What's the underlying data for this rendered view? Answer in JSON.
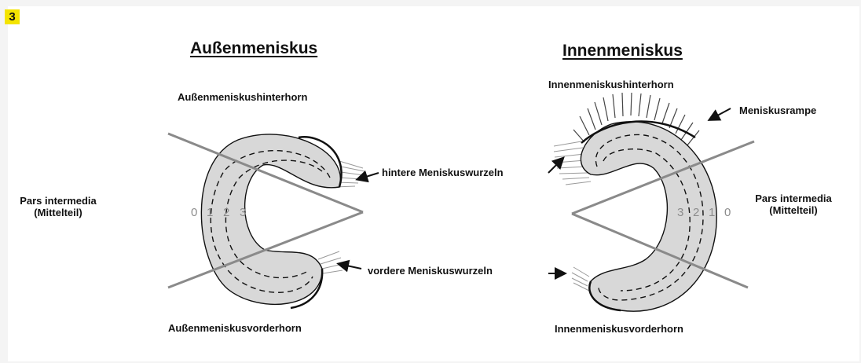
{
  "figure": {
    "number": "3",
    "left": {
      "title": "Außenmeniskus",
      "posterior_horn": "Außenmeniskushinterhorn",
      "anterior_horn": "Außenmeniskusvorderhorn",
      "pars_line1": "Pars intermedia",
      "pars_line2": "(Mittelteil)",
      "zones": [
        "0",
        "1",
        "2",
        "3"
      ]
    },
    "right": {
      "title": "Innenmeniskus",
      "posterior_horn": "Innenmeniskushinterhorn",
      "anterior_horn": "Innenmeniskusvorderhorn",
      "ramp": "Meniskusrampe",
      "pars_line1": "Pars intermedia",
      "pars_line2": "(Mittelteil)",
      "zones": [
        "3",
        "2",
        "1",
        "0"
      ]
    },
    "center": {
      "posterior_roots": "hintere Meniskuswurzeln",
      "anterior_roots": "vordere Meniskuswurzeln"
    }
  },
  "colors": {
    "meniscus_fill": "#d8d8d8",
    "outline": "#111111",
    "divider_lines": "#8a8a8a",
    "zone_numbers": "#8c8c8c",
    "badge": "#f4e400"
  }
}
